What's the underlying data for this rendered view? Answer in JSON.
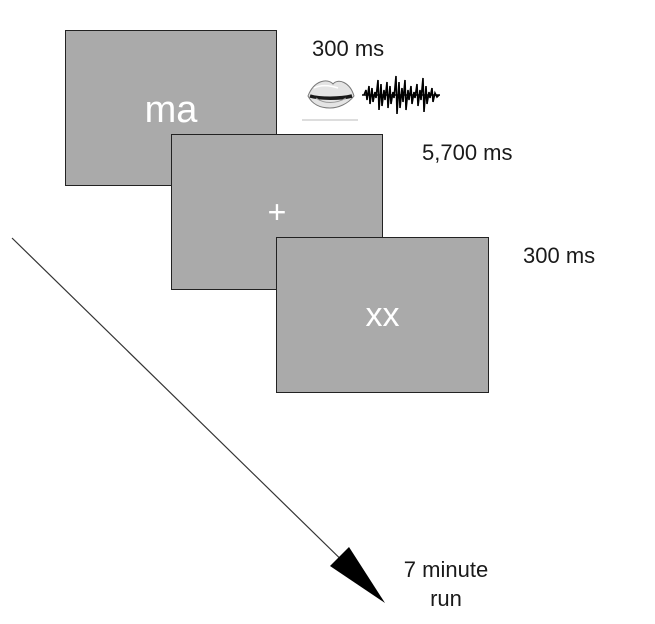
{
  "trial": {
    "screens": [
      {
        "stimulus": "ma",
        "duration": "300 ms"
      },
      {
        "stimulus": "+",
        "duration": "5,700 ms"
      },
      {
        "stimulus": "xx",
        "duration": "300 ms"
      }
    ],
    "screen_color": "#aaaaaa",
    "stimulus_color": "#ffffff"
  },
  "icons": {
    "audiovisual": [
      "mouth-icon",
      "waveform-icon"
    ],
    "timeline": "arrow"
  },
  "run": {
    "line1": "7 minute",
    "line2": "run"
  }
}
